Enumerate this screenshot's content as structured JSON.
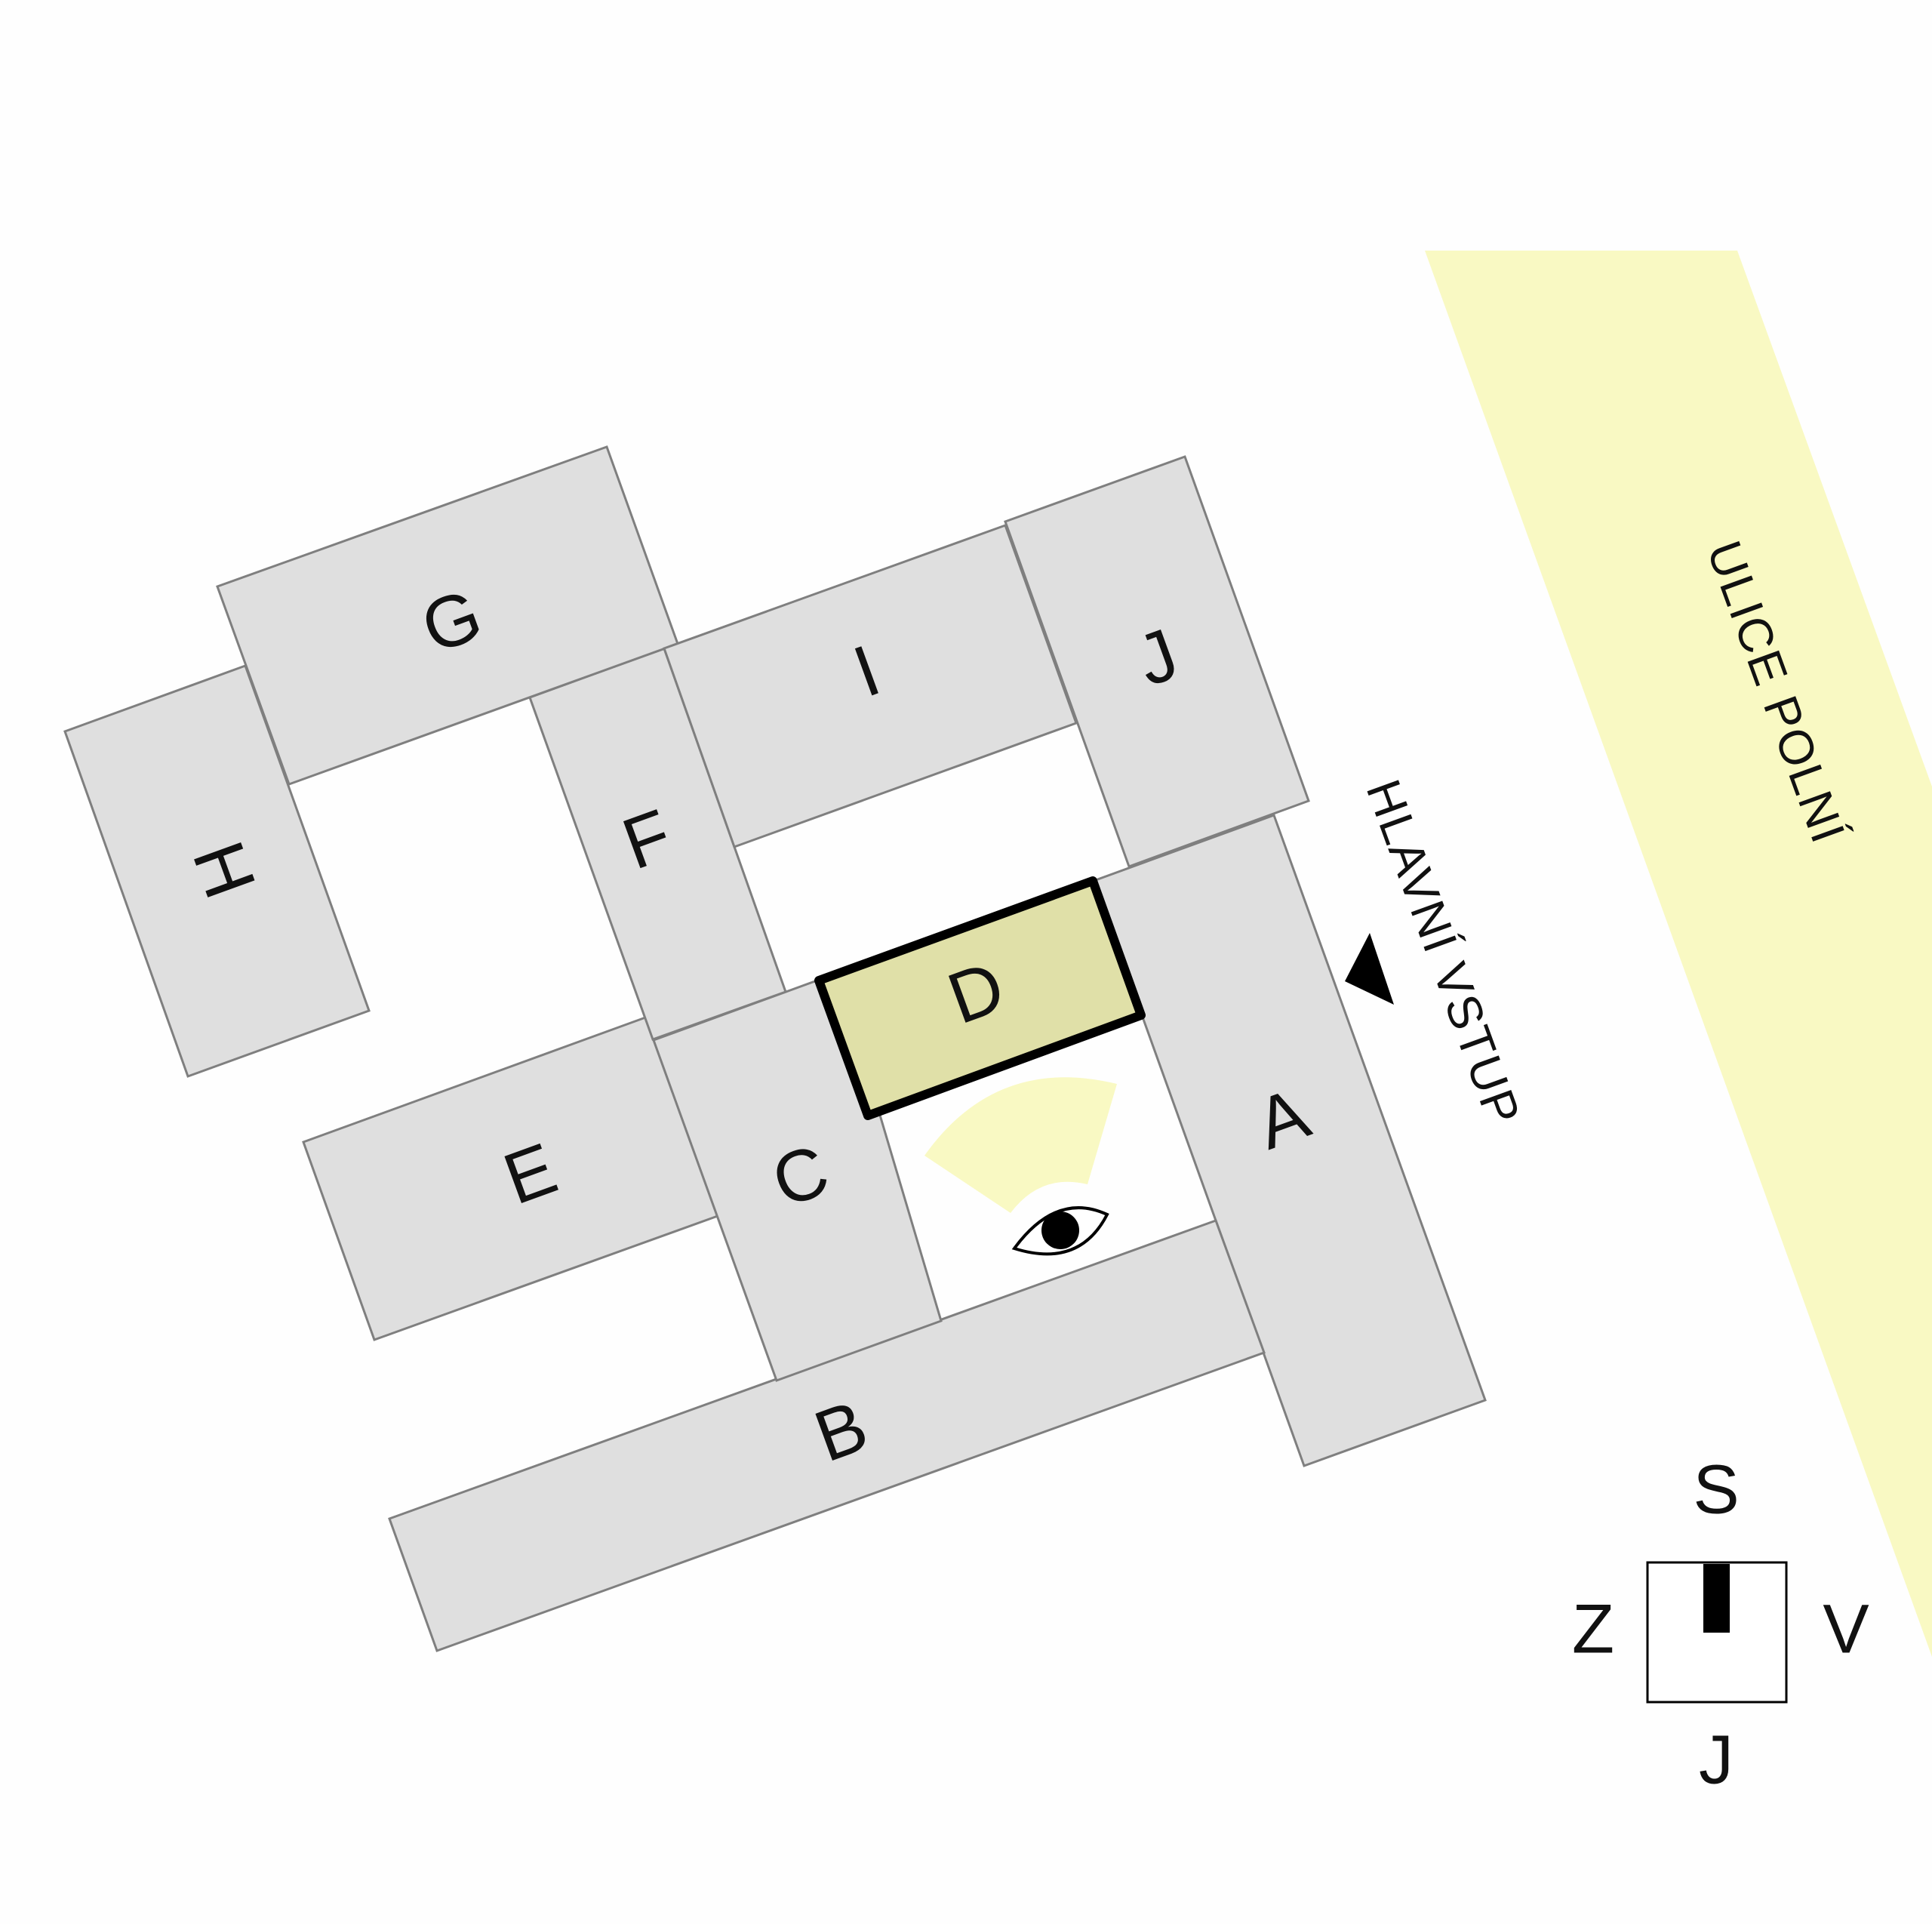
{
  "colors": {
    "building_fill": "#dfdfdf",
    "building_stroke": "#7f7f7f",
    "highlight_fill": "#e0e0a8",
    "highlight_stroke": "#000000",
    "street_fill": "#f9f9c3",
    "view_cone_fill": "#f9f9c3",
    "background": "#fefefe"
  },
  "buildings": [
    {
      "id": "A",
      "label": "A"
    },
    {
      "id": "B",
      "label": "B"
    },
    {
      "id": "C",
      "label": "C"
    },
    {
      "id": "D",
      "label": "D",
      "highlighted": true
    },
    {
      "id": "E",
      "label": "E"
    },
    {
      "id": "F",
      "label": "F"
    },
    {
      "id": "G",
      "label": "G"
    },
    {
      "id": "H",
      "label": "H"
    },
    {
      "id": "I",
      "label": "I"
    },
    {
      "id": "J",
      "label": "J"
    }
  ],
  "street": {
    "label": "ULICE POLNÍ"
  },
  "main_entrance": {
    "label": "HLAVNÍ VSTUP",
    "icon": "triangle-arrow-icon"
  },
  "viewpoint": {
    "icon": "eye-icon"
  },
  "compass": {
    "north": "S",
    "south": "J",
    "east": "V",
    "west": "Z"
  }
}
